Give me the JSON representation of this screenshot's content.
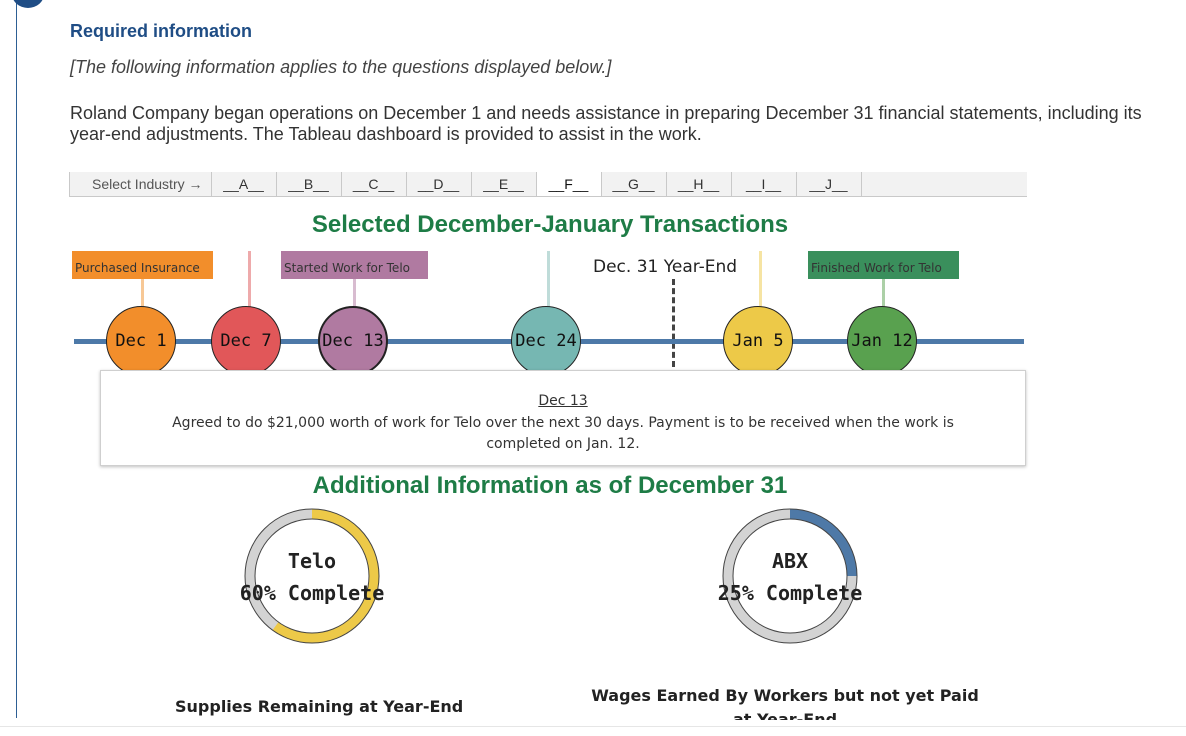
{
  "header": {
    "title": "Required information",
    "note": "[The following information applies to the questions displayed below.]",
    "intro": "Roland Company began operations on December 1 and needs assistance in preparing December 31 financial statements, including its year-end adjustments. The Tableau dashboard is provided to assist in the work."
  },
  "industry": {
    "label": "Select Industry →",
    "items": [
      "__A__",
      "__B__",
      "__C__",
      "__D__",
      "__E__",
      "__F__",
      "__G__",
      "__H__",
      "__I__",
      "__J__"
    ],
    "selected": "__F__"
  },
  "timeline": {
    "title": "Selected December-January Transactions",
    "year_end_label": "Dec. 31 Year-End",
    "tags": {
      "insurance": "Purchased Insurance",
      "started": "Started Work for Telo",
      "finished": "Finished Work for Telo"
    },
    "nodes": [
      "Dec 1",
      "Dec 7",
      "Dec 13",
      "Dec 24",
      "Jan 5",
      "Jan 12"
    ],
    "colors": {
      "orange": "#f28e2b",
      "red": "#e15759",
      "purple": "#b07aa1",
      "teal": "#76b7b2",
      "yellow": "#edc948",
      "green": "#59a14f",
      "line": "#4e79a7"
    }
  },
  "tooltip": {
    "date": "Dec 13",
    "text": "Agreed to do $21,000 worth of work for Telo over the next 30 days. Payment is to be received when the work is completed on Jan. 12."
  },
  "additional": {
    "title": "Additional Information as of December 31",
    "telo": {
      "name": "Telo",
      "label": "60% Complete",
      "percent": 60
    },
    "abx": {
      "name": "ABX",
      "label": "25% Complete",
      "percent": 25
    },
    "supplies_label": "Supplies Remaining at Year-End",
    "wages_label": "Wages Earned By Workers but not yet Paid at Year-End"
  }
}
